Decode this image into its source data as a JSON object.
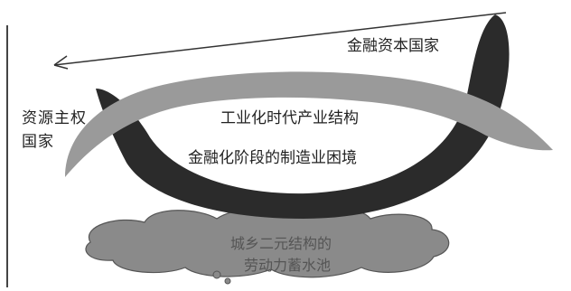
{
  "labels": {
    "finance_capital_country": "金融资本国家",
    "resource_country_line1": "资源主权",
    "resource_country_line2": "国家",
    "industrial_era_structure": "工业化时代产业结构",
    "financial_stage_dilemma": "金融化阶段的制造业困境",
    "labor_pool_line1": "城乡二元结构的",
    "labor_pool_line2": "劳动力蓄水池"
  },
  "colors": {
    "dark_band": "#2b2b2b",
    "light_band": "#9a9a9a",
    "cloud_fill": "#8a8a8a",
    "arrow": "#333333",
    "axis": "#444444"
  }
}
